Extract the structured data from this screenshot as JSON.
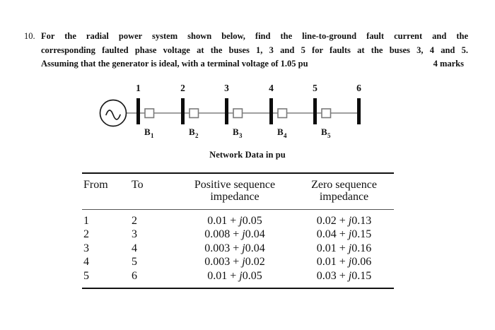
{
  "question": {
    "number": "10.",
    "line1": "For the radial power system shown below, find the line-to-ground fault current and the",
    "line2": "corresponding faulted phase voltage at the buses 1, 3 and 5 for faults at the buses 3, 4 and 5.",
    "line3": "Assuming that the generator is ideal, with a terminal voltage of 1.05 pu",
    "marks": "4 marks"
  },
  "diagram": {
    "generator_symbol": "sine-wave",
    "bus_numbers": [
      "1",
      "2",
      "3",
      "4",
      "5",
      "6"
    ],
    "breakers": [
      {
        "label": "B",
        "subscript": "1"
      },
      {
        "label": "B",
        "subscript": "2"
      },
      {
        "label": "B",
        "subscript": "3"
      },
      {
        "label": "B",
        "subscript": "4"
      },
      {
        "label": "B",
        "subscript": "5"
      }
    ],
    "colors": {
      "bus_bar": "#0d0d0d",
      "line": "#808080",
      "breaker_fill": "#ffffff",
      "breaker_stroke": "#7a7a7a",
      "generator_stroke": "#1a1a1a"
    }
  },
  "caption": "Network Data in pu",
  "table": {
    "headers": {
      "from": "From",
      "to": "To",
      "positive_line1": "Positive sequence",
      "positive_line2": "impedance",
      "zero_line1": "Zero sequence",
      "zero_line2": "impedance"
    },
    "rows": [
      {
        "from": "1",
        "to": "2",
        "pos_re": "0.01",
        "pos_op": "+",
        "pos_j": "j",
        "pos_im": "0.05",
        "zero_re": "0.02",
        "zero_op": "+",
        "zero_j": "j",
        "zero_im": "0.13"
      },
      {
        "from": "2",
        "to": "3",
        "pos_re": "0.008",
        "pos_op": "+",
        "pos_j": "j",
        "pos_im": "0.04",
        "zero_re": "0.04",
        "zero_op": "+",
        "zero_j": "j",
        "zero_im": "0.15"
      },
      {
        "from": "3",
        "to": "4",
        "pos_re": "0.003",
        "pos_op": "+",
        "pos_j": "j",
        "pos_im": "0.04",
        "zero_re": "0.01",
        "zero_op": "+",
        "zero_j": "j",
        "zero_im": "0.16"
      },
      {
        "from": "4",
        "to": "5",
        "pos_re": "0.003",
        "pos_op": "+",
        "pos_j": "j",
        "pos_im": "0.02",
        "zero_re": "0.01",
        "zero_op": "+",
        "zero_j": "j",
        "zero_im": "0.06"
      },
      {
        "from": "5",
        "to": "6",
        "pos_re": "0.01",
        "pos_op": "+",
        "pos_j": "j",
        "pos_im": "0.05",
        "zero_re": "0.03",
        "zero_op": "+",
        "zero_j": "j",
        "zero_im": "0.15"
      }
    ]
  }
}
